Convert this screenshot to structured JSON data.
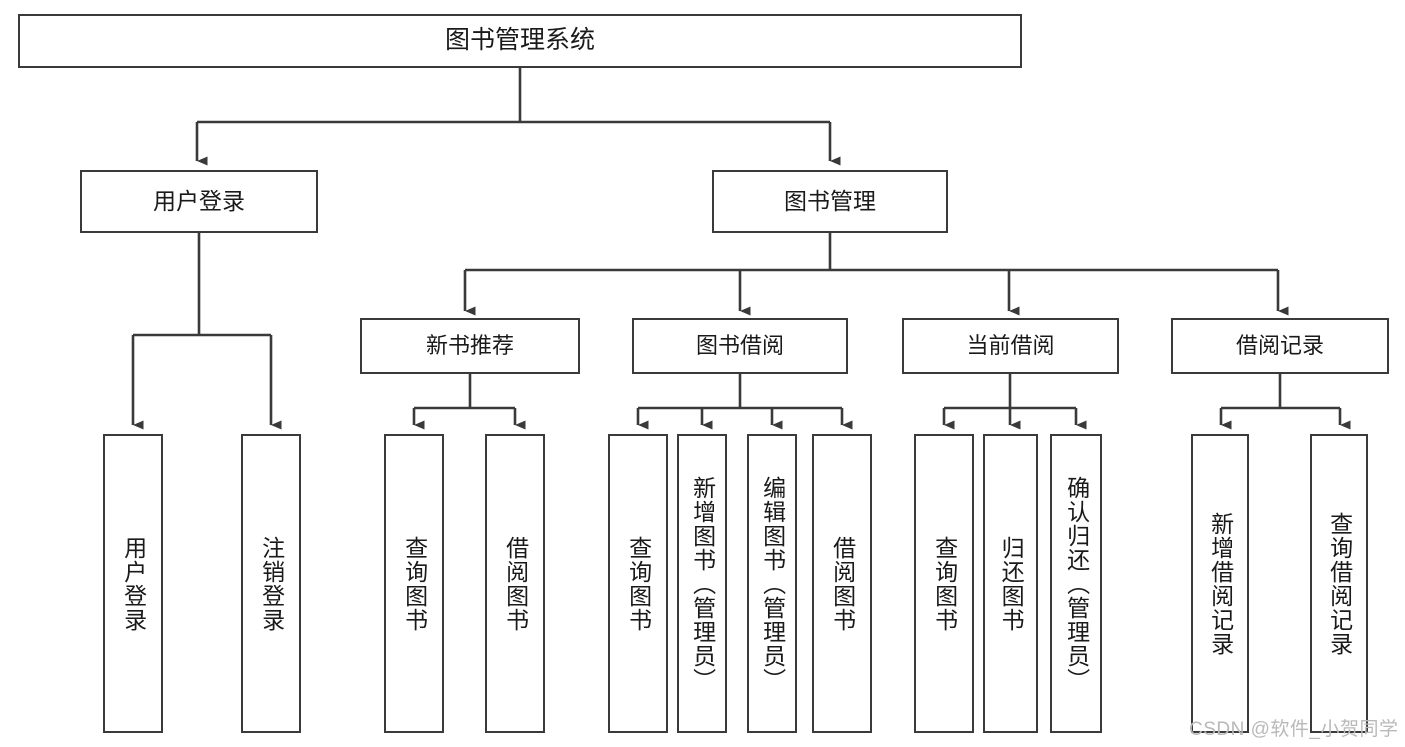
{
  "diagram": {
    "type": "hierarchy-tree",
    "title": "图书管理系统",
    "root": {
      "label": "图书管理系统"
    },
    "level2": [
      {
        "label": "用户登录"
      },
      {
        "label": "图书管理"
      }
    ],
    "level3": [
      {
        "label": "新书推荐"
      },
      {
        "label": "图书借阅"
      },
      {
        "label": "当前借阅"
      },
      {
        "label": "借阅记录"
      }
    ],
    "leaves": {
      "user_login": [
        {
          "label": "用户登录"
        },
        {
          "label": "注销登录"
        }
      ],
      "new_book_recommend": [
        {
          "label": "查询图书"
        },
        {
          "label": "借阅图书"
        }
      ],
      "book_borrow": [
        {
          "label": "查询图书"
        },
        {
          "label": "新增图书（管理员）"
        },
        {
          "label": "编辑图书（管理员）"
        },
        {
          "label": "借阅图书"
        }
      ],
      "current_borrow": [
        {
          "label": "查询图书"
        },
        {
          "label": "归还图书"
        },
        {
          "label": "确认归还（管理员）"
        }
      ],
      "borrow_record": [
        {
          "label": "新增借阅记录"
        },
        {
          "label": "查询借阅记录"
        }
      ]
    }
  },
  "watermark": {
    "text": "CSDN @软件_小贺同学"
  },
  "colors": {
    "stroke": "#3a3a3a",
    "background": "#ffffff",
    "text": "#1a1a1a",
    "watermark": "#b9b9b9"
  }
}
